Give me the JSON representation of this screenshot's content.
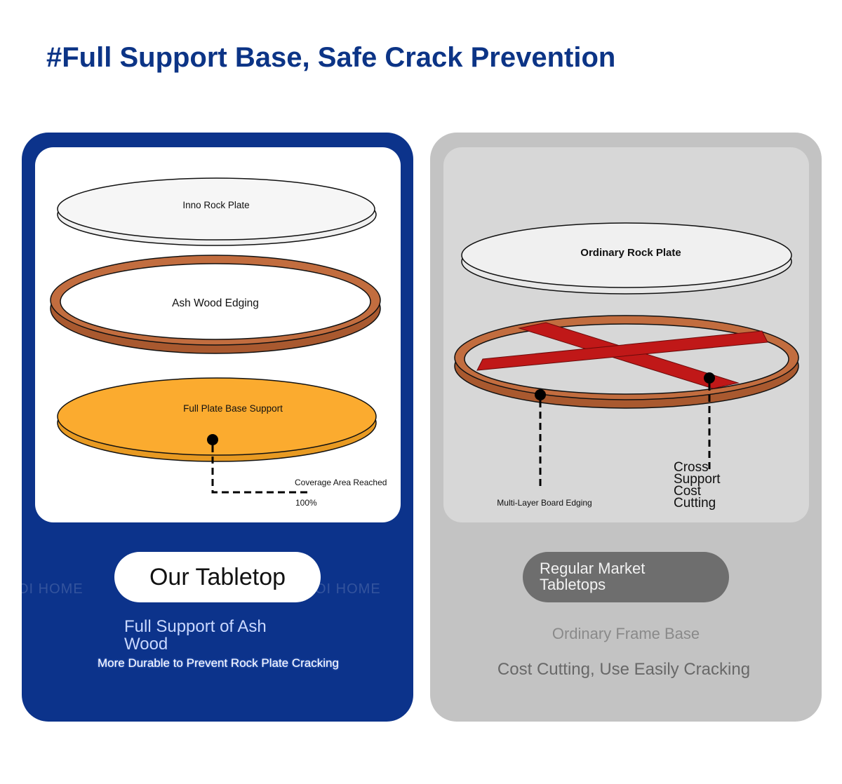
{
  "headline": "#Full Support Base, Safe Crack Prevention",
  "ours": {
    "layers": {
      "top": "Inno Rock Plate",
      "middle": "Ash Wood Edging",
      "bottom": "Full Plate Base Support"
    },
    "callout_label": "Coverage Area Reached",
    "callout_value": "100%",
    "pill": "Our Tabletop",
    "subtitle": "Full Support of Ash Wood",
    "description": "More Durable to Prevent Rock Plate Cracking",
    "watermark": "OI HOME"
  },
  "regular": {
    "layers": {
      "top": "Ordinary Rock Plate"
    },
    "callout_edging": "Multi-Layer Board Edging",
    "callout_cross": "Cross Support Cost Cutting",
    "pill": "Regular Market Tabletops",
    "subtitle": "Ordinary Frame Base",
    "description": "Cost Cutting, Use Easily Cracking"
  },
  "colors": {
    "brand_blue": "#0c338b",
    "headline_blue": "#0c3486",
    "wood": "#b5653a",
    "base_orange": "#fbab2f",
    "cross_red": "#c01818",
    "regular_grey": "#c3c3c3"
  }
}
